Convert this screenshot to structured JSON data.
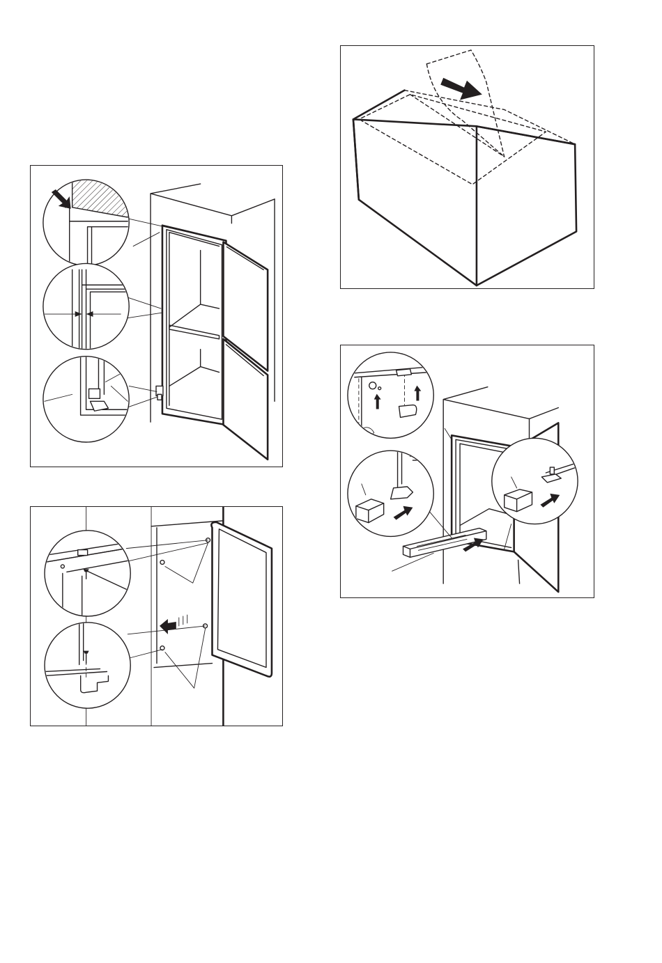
{
  "page": {
    "background": "#ffffff",
    "line_color": "#231f20"
  },
  "figures": [
    {
      "id": "hinge-cover-check",
      "icons": [
        "arrow-icon",
        "magnifier-callout-icon"
      ]
    },
    {
      "id": "template-sheet-unfold",
      "icons": [
        "arrow-icon",
        "dashed-outline-icon"
      ]
    },
    {
      "id": "door-screw-fixing",
      "icons": [
        "screw-icon",
        "arrow-icon"
      ]
    },
    {
      "id": "bracket-cover-fitting",
      "icons": [
        "arrow-icon",
        "bracket-icon",
        "cover-block-icon"
      ]
    }
  ]
}
